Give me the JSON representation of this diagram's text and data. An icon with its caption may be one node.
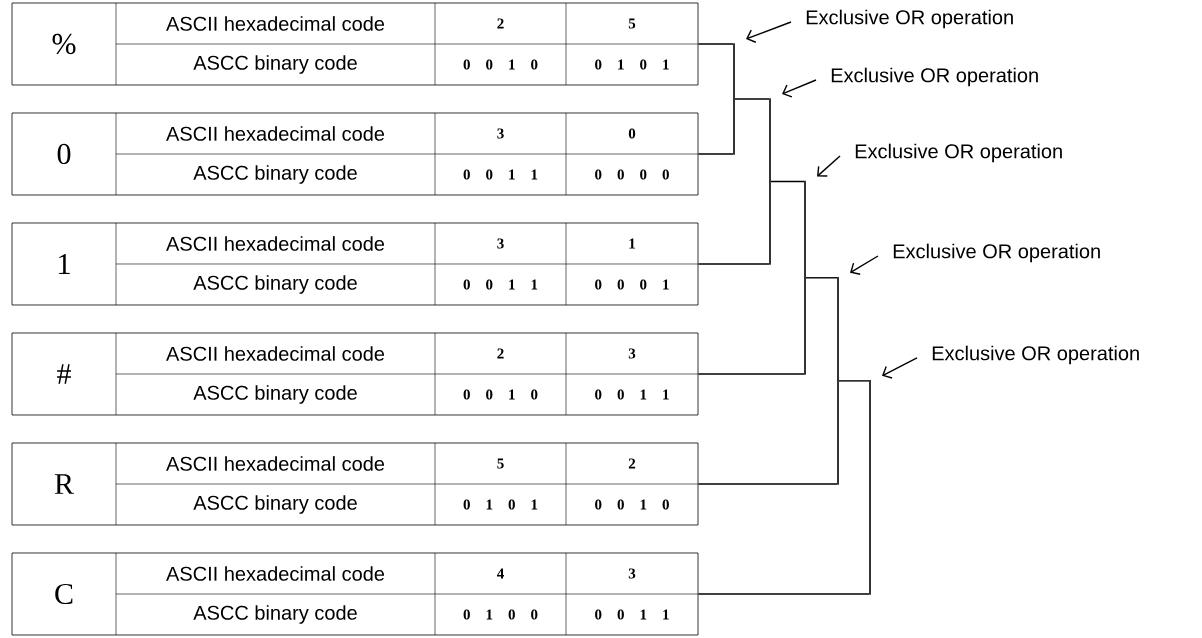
{
  "diagram": {
    "nodes": [
      {
        "text": [
          "%",
          "ASCII hexadecimal code",
          "2",
          "5",
          "ASCC binary code",
          "0 0 1 0",
          "0 1 0 1"
        ]
      },
      {
        "text": [
          "0",
          "ASCII hexadecimal code",
          "3",
          "0",
          "ASCC binary code",
          "0 0 1 1",
          "0 0 0 0"
        ]
      },
      {
        "text": [
          "1",
          "ASCII hexadecimal code",
          "3",
          "1",
          "ASCC binary code",
          "0 0 1 1",
          "0 0 0 1"
        ]
      },
      {
        "text": [
          "#",
          "ASCII hexadecimal code",
          "2",
          "3",
          "ASCC binary code",
          "0 0 1 0",
          "0 0 1 1"
        ]
      },
      {
        "text": [
          "R",
          "ASCII hexadecimal code",
          "5",
          "2",
          "ASCC binary code",
          "0 1 0 1",
          "0 0 1 0"
        ]
      },
      {
        "text": [
          "C",
          "ASCII hexadecimal code",
          "4",
          "3",
          "ASCC binary code",
          "0 1 0 0",
          "0 0 1 1"
        ]
      },
      {
        "text": [],
        "shape": "bar"
      },
      {
        "text": [],
        "shape": "bar"
      },
      {
        "text": [],
        "shape": "bar"
      },
      {
        "text": [],
        "shape": "bar"
      },
      {
        "text": [],
        "shape": "bar"
      },
      {
        "text": [
          "Exclusive OR operation"
        ]
      },
      {
        "text": [
          "Exclusive OR operation"
        ]
      },
      {
        "text": [
          "Exclusive OR operation"
        ]
      },
      {
        "text": [
          "Exclusive OR operation"
        ]
      },
      {
        "text": [
          "Exclusive OR operation"
        ]
      }
    ],
    "edges": [
      {
        "from": 0,
        "to": 6,
        "arrow": "none"
      },
      {
        "from": 1,
        "to": 6,
        "arrow": "none"
      },
      {
        "from": 6,
        "to": 7,
        "arrow": "none"
      },
      {
        "from": 2,
        "to": 7,
        "arrow": "none"
      },
      {
        "from": 7,
        "to": 8,
        "arrow": "none"
      },
      {
        "from": 3,
        "to": 8,
        "arrow": "none"
      },
      {
        "from": 8,
        "to": 9,
        "arrow": "none"
      },
      {
        "from": 4,
        "to": 9,
        "arrow": "none"
      },
      {
        "from": 9,
        "to": 10,
        "arrow": "none"
      },
      {
        "from": 5,
        "to": 10,
        "arrow": "none"
      },
      {
        "from": 11,
        "to": 6,
        "arrow": "to"
      },
      {
        "from": 12,
        "to": 7,
        "arrow": "to"
      },
      {
        "from": 13,
        "to": 8,
        "arrow": "to"
      },
      {
        "from": 14,
        "to": 9,
        "arrow": "to"
      },
      {
        "from": 15,
        "to": 10,
        "arrow": "to"
      }
    ]
  }
}
